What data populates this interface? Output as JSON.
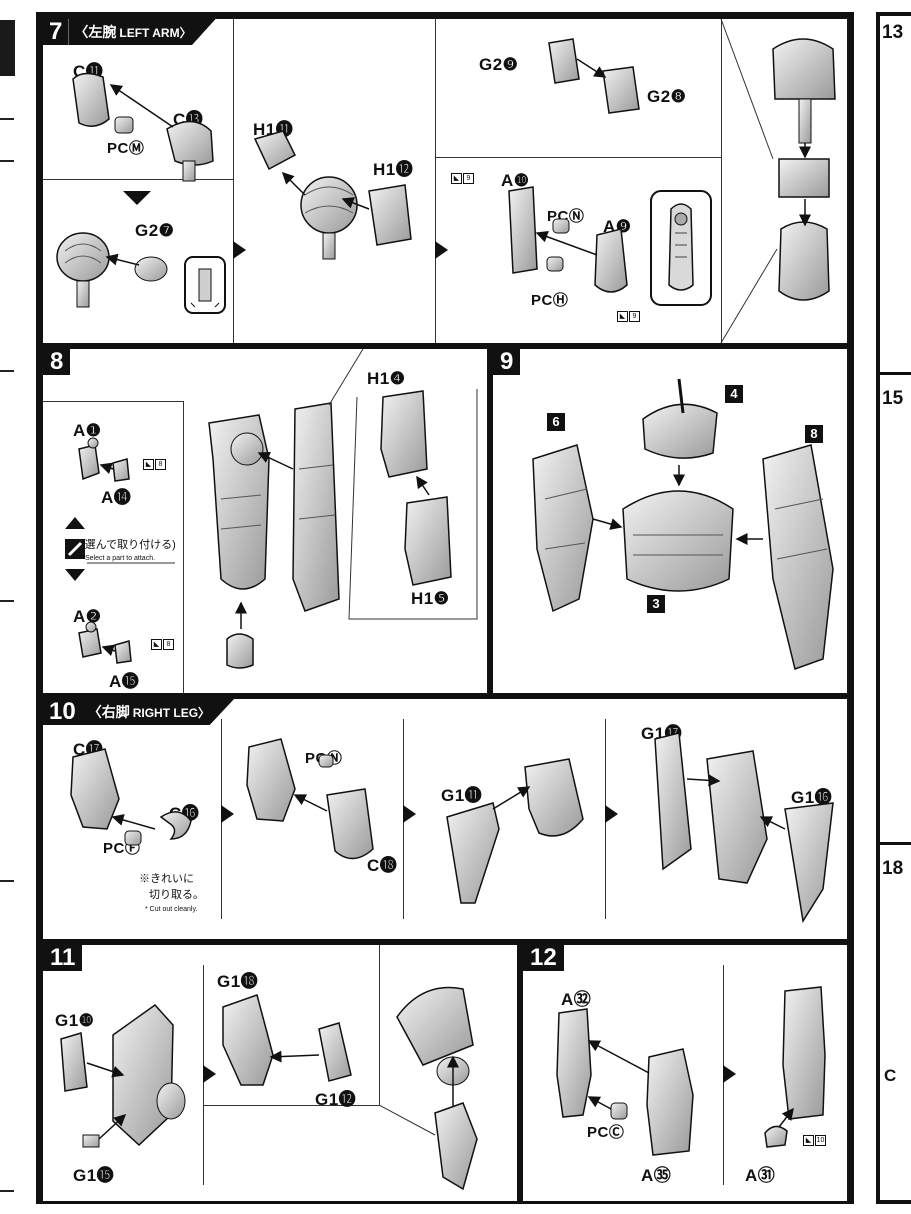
{
  "side_right_steps": [
    "13",
    "15",
    "18"
  ],
  "side_right_partial_label": "C",
  "step7": {
    "number": "7",
    "title_jp": "〈左腕",
    "title_en": "LEFT ARM〉",
    "labels": {
      "c11": "C⓫",
      "c13": "C⓭",
      "pcm": "PCⓂ",
      "g27": "G2❼",
      "h111": "H1⓫",
      "h112": "H1⓬",
      "g29": "G2❾",
      "g28": "G2❽",
      "a10": "A❿",
      "pcn": "PCⓃ",
      "a9": "A❾",
      "pch": "PCⒽ"
    },
    "marker_number": "9"
  },
  "step8": {
    "number": "8",
    "labels": {
      "h14": "H1❹",
      "a1": "A❶",
      "a14": "A⓮",
      "a2": "A❷",
      "a15": "A⓯",
      "h15": "H1❺"
    },
    "select_jp": "(選んで取り付ける)",
    "select_en": "Select a part to attach.",
    "marker_number": "8"
  },
  "step9": {
    "number": "9",
    "refs": {
      "r6": "6",
      "r4": "4",
      "r8": "8",
      "r3": "3"
    }
  },
  "step10": {
    "number": "10",
    "title_jp": "〈右脚",
    "title_en": "RIGHT LEG〉",
    "labels": {
      "c17": "C⓱",
      "pcn": "PCⓃ",
      "g111": "G1⓫",
      "g117": "G1⓱",
      "g116": "G1⓰",
      "c16": "C⓰",
      "pcf": "PCⒻ",
      "c18": "C⓲"
    },
    "note_jp1": "※きれいに",
    "note_jp2": "切り取る。",
    "note_en": "* Cut out cleanly."
  },
  "step11": {
    "number": "11",
    "labels": {
      "g118": "G1⓲",
      "g110": "G1❿",
      "g112": "G1⓬",
      "g115": "G1⓯"
    }
  },
  "step12": {
    "number": "12",
    "labels": {
      "a32": "A㉜",
      "pcc": "PCⒸ",
      "a35": "A㉟",
      "a31": "A㉛"
    },
    "marker_number": "10"
  }
}
